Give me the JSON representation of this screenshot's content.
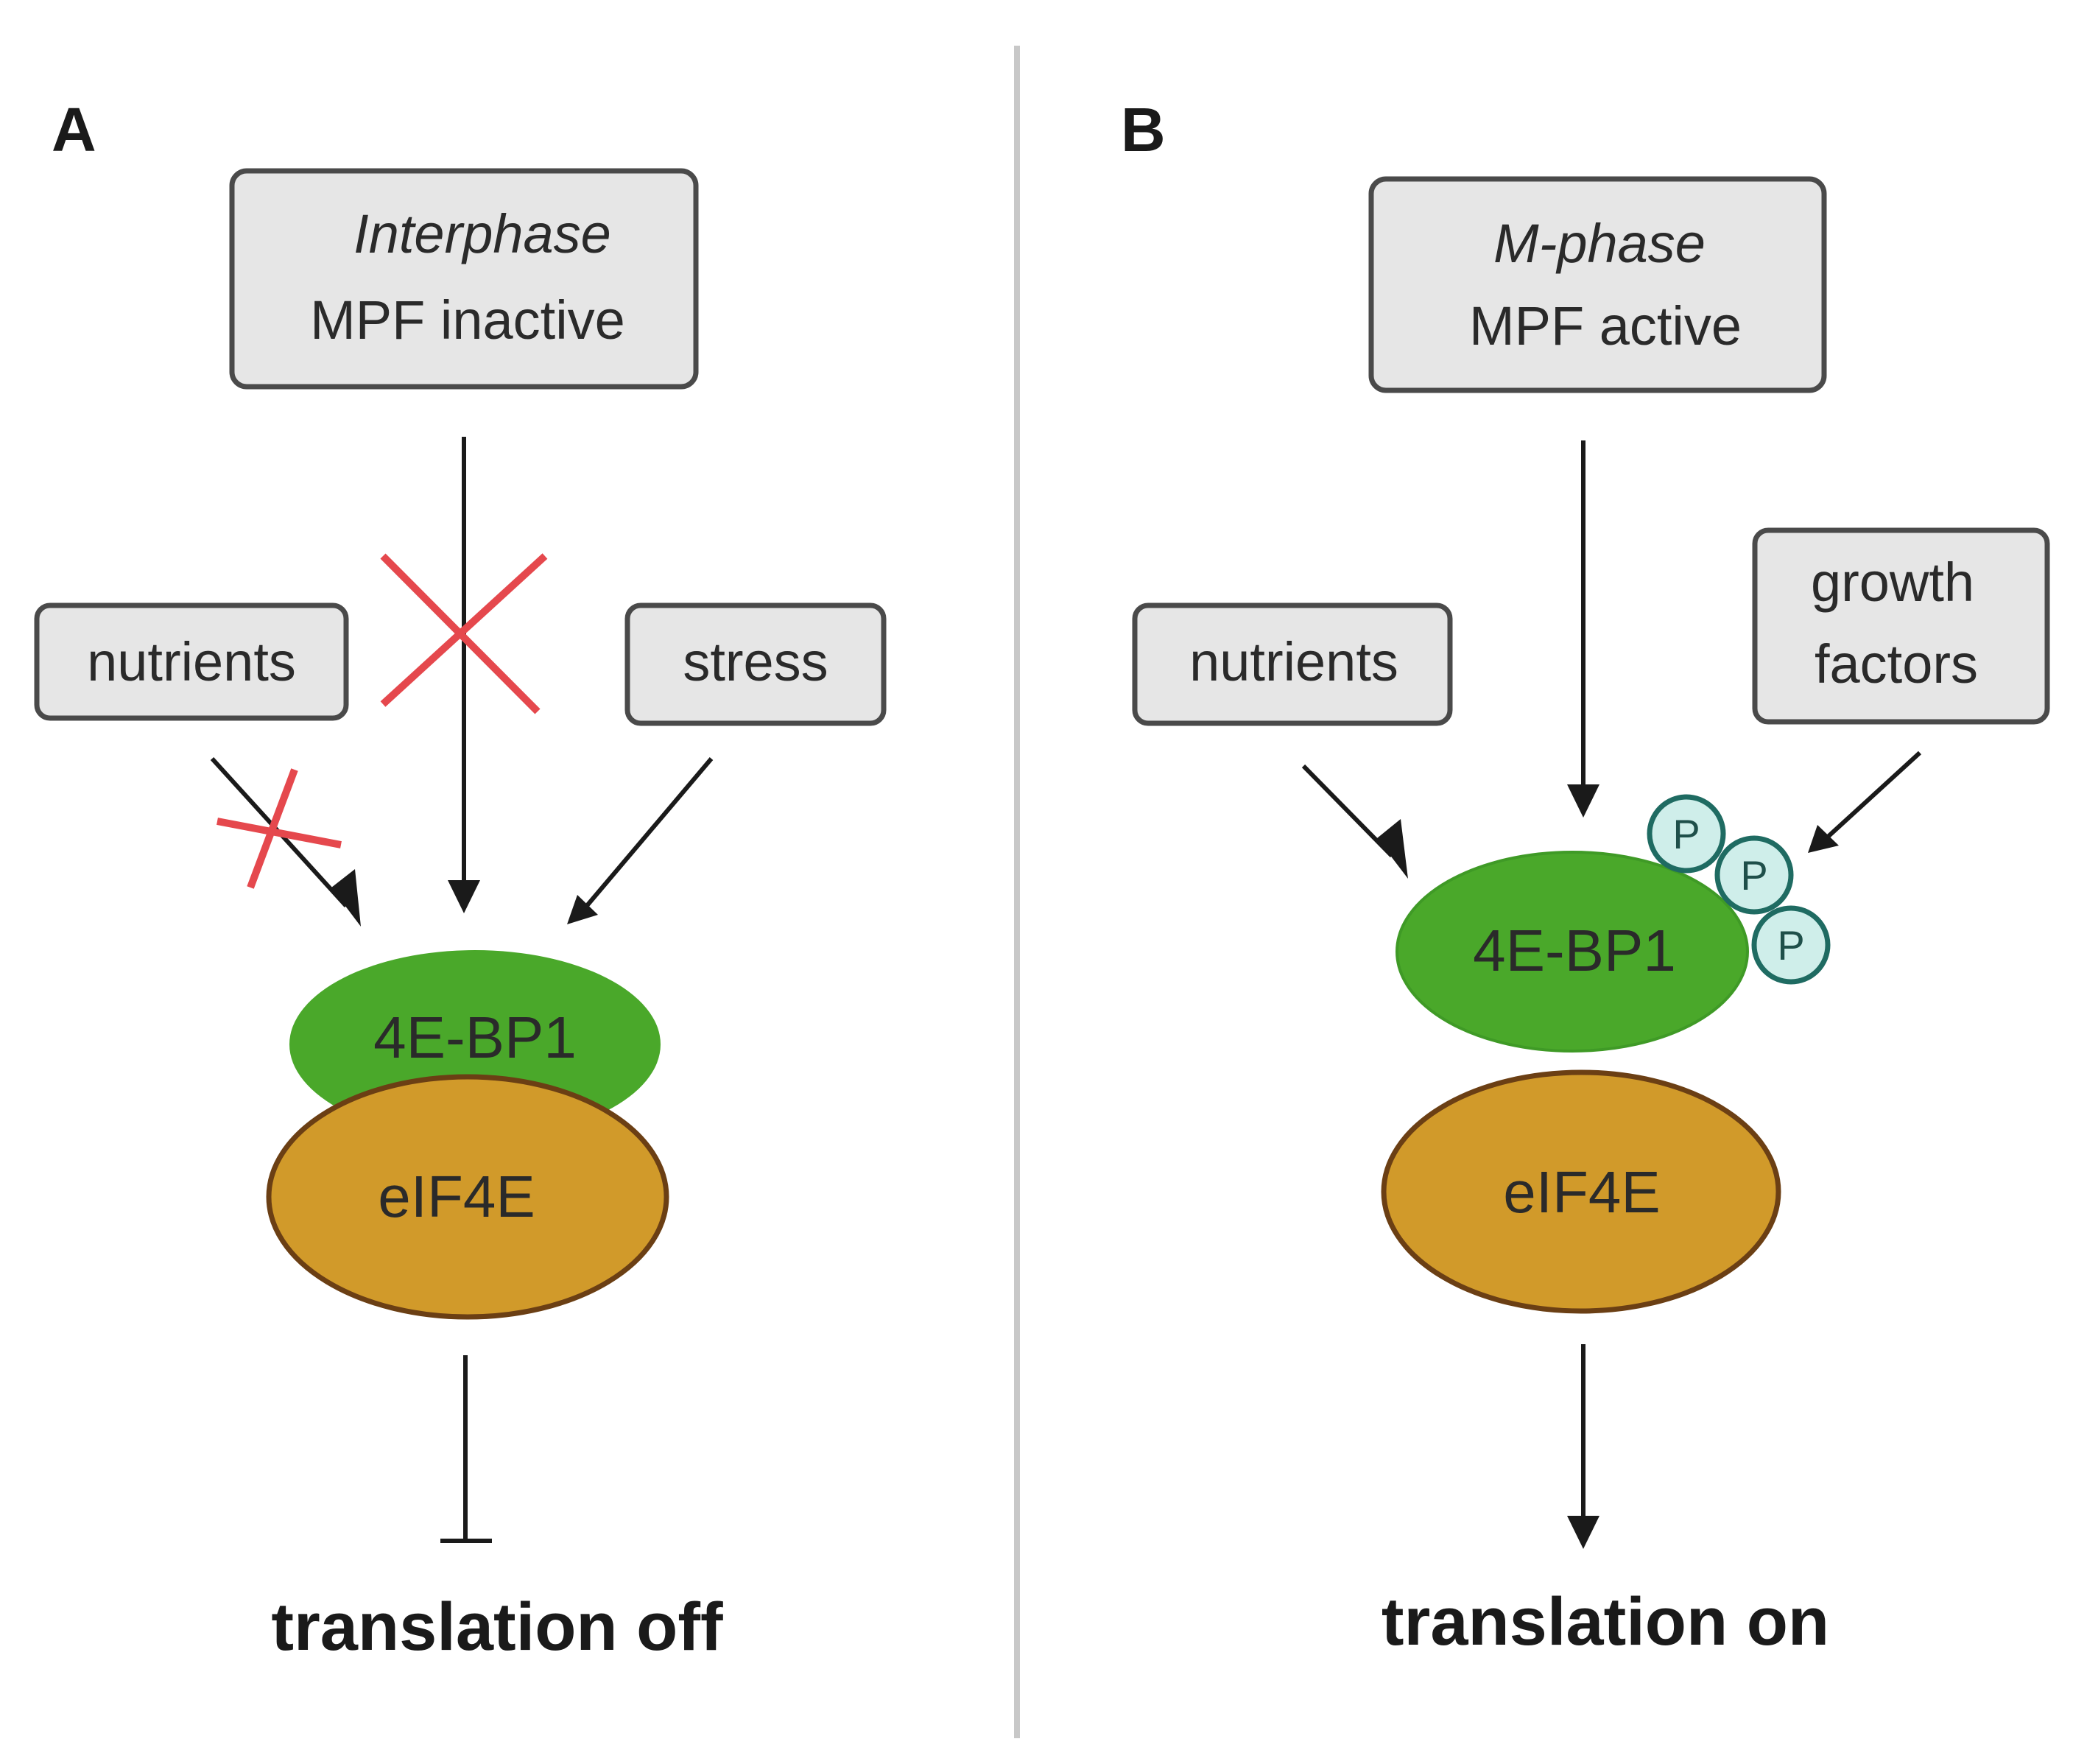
{
  "panels": {
    "a": {
      "letter": "A",
      "phase_box": {
        "line1": "Interphase",
        "line2": "MPF inactive"
      },
      "inputs": {
        "left": "nutrients",
        "right": "stress"
      },
      "complex": {
        "top": "4E-BP1",
        "bottom": "eIF4E"
      },
      "outcome": "translation off"
    },
    "b": {
      "letter": "B",
      "phase_box": {
        "line1": "M-phase",
        "line2": "MPF active"
      },
      "inputs": {
        "left": "nutrients",
        "right_line1": "growth",
        "right_line2": "factors"
      },
      "complex": {
        "top": "4E-BP1",
        "bottom": "eIF4E"
      },
      "phospho": [
        "P",
        "P",
        "P"
      ],
      "outcome": "translation on"
    }
  },
  "colors": {
    "box_fill": "#e6e6e6",
    "box_stroke": "#4a4a4a",
    "bp1_green": "#4aa82a",
    "eif4e_gold": "#d19a2a",
    "eif4e_stroke": "#6b3f14",
    "inhibit_red": "#e5484d",
    "phospho_fill": "#cfeeea",
    "phospho_stroke": "#1f6b62",
    "divider": "#c8c8c8"
  }
}
